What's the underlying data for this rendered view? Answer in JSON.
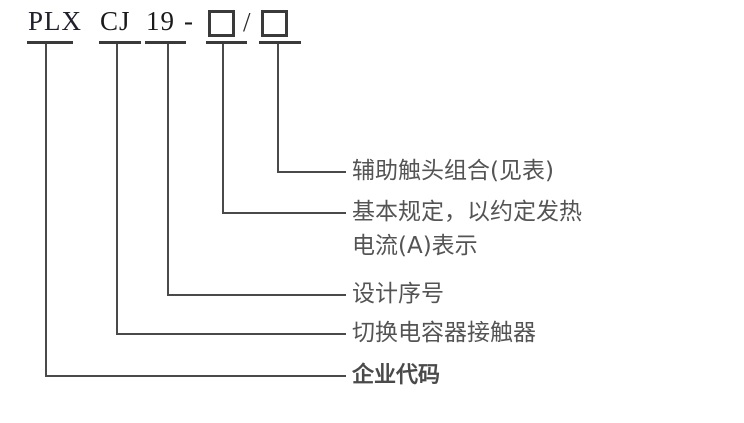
{
  "diagram": {
    "title": "PLX CJ19 series model designation breakdown",
    "code_segments": [
      {
        "id": "enterprise",
        "text": "PLX"
      },
      {
        "id": "series",
        "text": "CJ"
      },
      {
        "id": "design_no",
        "text": "19"
      },
      {
        "id": "hyphen",
        "text": "-"
      },
      {
        "id": "separator",
        "text": "/"
      }
    ],
    "placeholder_boxes": [
      {
        "id": "rated-current-box"
      },
      {
        "id": "aux-contact-box"
      }
    ],
    "labels": [
      {
        "id": "aux-contact",
        "line1": "辅助触头组合(见表)",
        "line2": ""
      },
      {
        "id": "basic-rating",
        "line1": "基本规定，以约定发热",
        "line2": "电流(A)表示"
      },
      {
        "id": "design-serial",
        "line1": "设计序号",
        "line2": ""
      },
      {
        "id": "contactor-type",
        "line1": "切换电容器接触器",
        "line2": ""
      },
      {
        "id": "enterprise-code",
        "line1": "企业代码",
        "line2": ""
      }
    ],
    "colors": {
      "line": "#4a4a4a",
      "stub": "#3a3a3a",
      "code_text": "#1a1a1a",
      "label_text": "#545454",
      "background": "#ffffff"
    }
  }
}
